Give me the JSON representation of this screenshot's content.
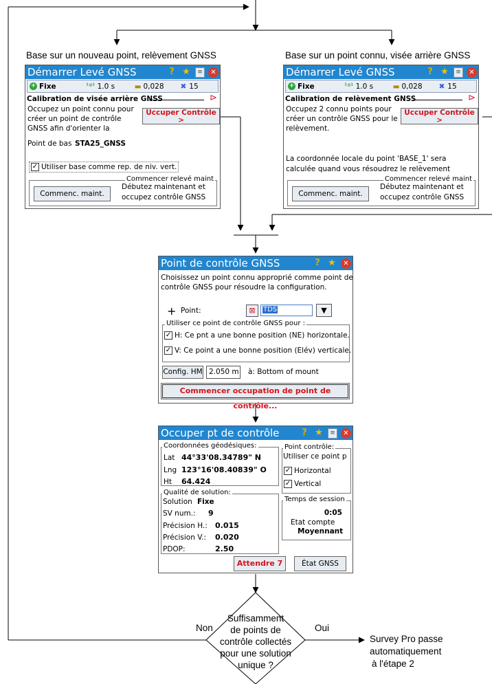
{
  "captions": {
    "left": "Base sur un nouveau point, relèvement GNSS",
    "right": "Base sur un point connu, visée arrière GNSS"
  },
  "status": {
    "fix": "Fixe",
    "interval": "1.0 s",
    "precision": "0,028",
    "satellites": "15"
  },
  "win1": {
    "title": "Démarrer Levé GNSS",
    "section": "Calibration de visée arrière GNSS",
    "desc1": "Occupez un point connu pour",
    "desc2": "créer un point de contrôle",
    "desc3": "GNSS afin d'orienter la",
    "occupy_btn": "Uccuper Contrôle",
    "occupy_btn_arrow": ">",
    "base_label": "Point de bas",
    "base_value": "STA25_GNSS",
    "checkbox": "Utiliser base comme rep. de niv. vert.",
    "group": "Commencer relevé maint",
    "start_btn": "Commenc. maint.",
    "group_text1": "Débutez maintenant et",
    "group_text2": "occupez contrôle GNSS"
  },
  "win2": {
    "title": "Démarrer Levé GNSS",
    "section": "Calibration de relèvement GNSS",
    "desc1": "Occupez 2 connu points pour",
    "desc2": "créer un contrôle GNSS pour le",
    "desc3": "relèvement.",
    "occupy_btn": "Uccuper Contrôle",
    "occupy_btn_arrow": ">",
    "note1": "La coordonnée locale du point 'BASE_1' sera",
    "note2": "calculée quand vous résoudrez le relèvement",
    "group": "Commencer relevé maint",
    "start_btn": "Commenc. maint.",
    "group_text1": "Débutez maintenant et",
    "group_text2": "occupez contrôle GNSS"
  },
  "win3": {
    "title": "Point de contrôle GNSS",
    "desc1": "Choisissez un point connu approprié comme point de",
    "desc2": "contrôle GNSS pour résoudre la configuration.",
    "point_label": "Point:",
    "point_value": "TDS",
    "group": "Utiliser ce point de contrôle GNSS pour :",
    "h_text": "H:  Ce pnt a une bonne position (NE) horizontale.",
    "v_text": "V:  Ce point a une bonne position (Elév) verticale.",
    "hm_btn": "Config. HM",
    "hm_value": "2.050 m",
    "hm_to": "à: Bottom of mount",
    "start_btn": "Commencer occupation de point de contrôle..."
  },
  "win4": {
    "title": "Occuper pt de contrôle",
    "geo_group": "Coordonnées géodésiques:",
    "lat_label": "Lat",
    "lat_value": "44°33'08.34789\" N",
    "lng_label": "Lng",
    "lng_value": "123°16'08.40839\" O",
    "ht_label": "Ht",
    "ht_value": "64.424",
    "ctrl_group": "Point contrôle:",
    "ctrl_text": "Utiliser ce point p",
    "horizontal": "Horizontal",
    "vertical": "Vertical",
    "quality_group": "Qualité de solution:",
    "sol_label": "Solution",
    "sol_value": "Fixe",
    "sv_label": "SV num.:",
    "sv_value": "9",
    "ph_label": "Précision H.:",
    "ph_value": "0.015",
    "pv_label": "Précision V.:",
    "pv_value": "0.020",
    "pdop_label": "PDOP:",
    "pdop_value": "2.50",
    "session_group": "Temps de session",
    "session_value": "0:05",
    "count_label": "Etat compte",
    "count_value": "Moyennant",
    "wait_btn": "Attendre 7",
    "gnss_btn": "État GNSS"
  },
  "decision": {
    "line1": "Suffisamment",
    "line2": "de  points de",
    "line3": "contrôle collectés",
    "line4": "pour une solution",
    "line5": "unique ?",
    "no": "Non",
    "yes": "Oui"
  },
  "outcome": {
    "line1": "Survey Pro passe",
    "line2": "automatiquement",
    "line3": "à l'étape 2"
  }
}
